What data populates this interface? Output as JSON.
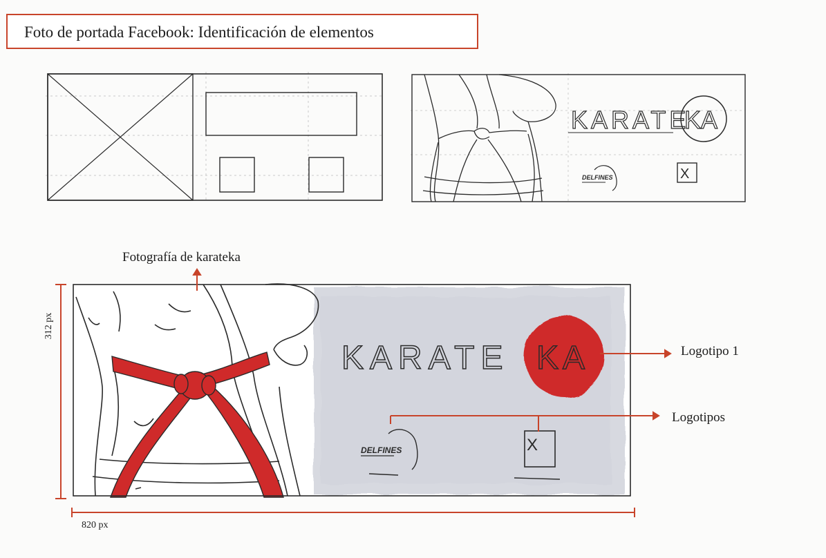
{
  "title": "Foto de portada Facebook: Identificación de elementos",
  "sketch": {
    "logo_wordmark": "KARATE",
    "logo_badge": "KA",
    "sponsor_logo": "DELFINES",
    "placeholder_mark": "X"
  },
  "annotations": {
    "photo_label": "Fotografía de karateka",
    "logo1_label": "Logotipo 1",
    "logos_label": "Logotipos",
    "height_label": "312 px",
    "width_label": "820 px"
  },
  "colors": {
    "accent": "#c8442a",
    "belt_red": "#cf2a2a",
    "wash_gray": "#d7d9e0",
    "ink": "#2a2a2a"
  }
}
